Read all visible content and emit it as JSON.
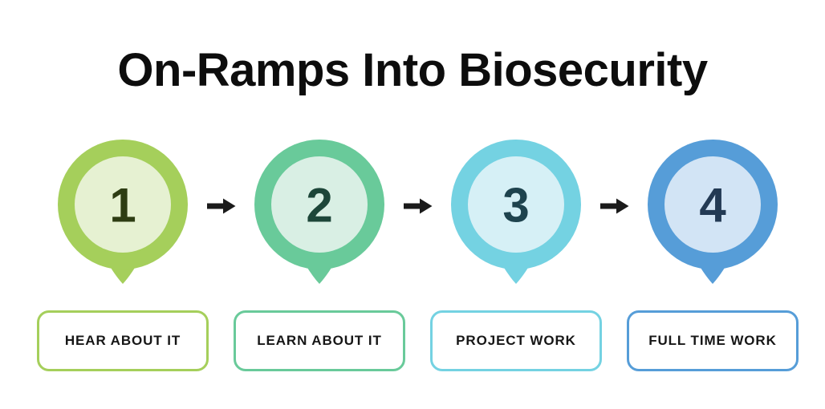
{
  "title": "On-Ramps Into Biosecurity",
  "background_color": "#ffffff",
  "arrow_color": "#1b1b1b",
  "label_text_color": "#161616",
  "steps": [
    {
      "number": "1",
      "label": "HEAR ABOUT IT",
      "color": "#a5cf5b",
      "inner_color": "#e6f1d2",
      "number_color": "#2e3d13"
    },
    {
      "number": "2",
      "label": "LEARN ABOUT IT",
      "color": "#69ca9a",
      "inner_color": "#d9efe4",
      "number_color": "#1d4639"
    },
    {
      "number": "3",
      "label": "PROJECT WORK",
      "color": "#74d2e2",
      "inner_color": "#d6f0f6",
      "number_color": "#1e434e"
    },
    {
      "number": "4",
      "label": "FULL TIME WORK",
      "color": "#569dd8",
      "inner_color": "#d2e4f5",
      "number_color": "#233a54"
    }
  ]
}
